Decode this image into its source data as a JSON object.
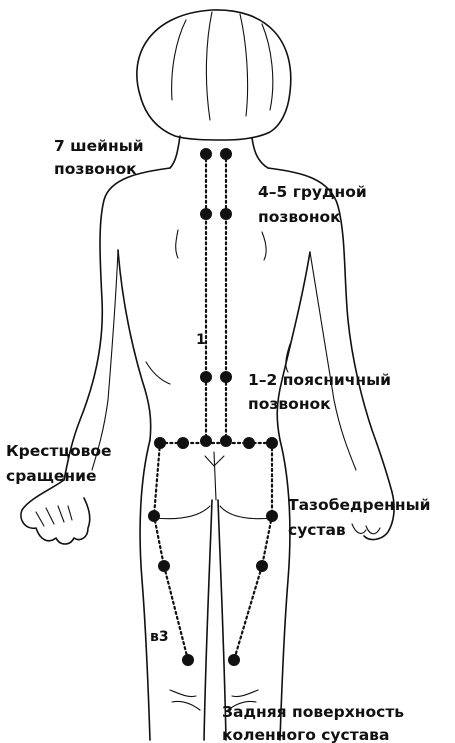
{
  "labels": {
    "cervical": [
      "7 шейный",
      "позвонок"
    ],
    "thoracic": [
      "4–5 грудной",
      "позвонок"
    ],
    "lumbar": [
      "1–2 поясничный",
      "позвонок"
    ],
    "sacral": [
      "Крестцовое",
      "сращение"
    ],
    "hip": [
      "Тазобедренный",
      "сустав"
    ],
    "knee": [
      "Задняя поверхность",
      "коленного сустава"
    ],
    "marker_1": "1",
    "marker_v3": "в3"
  }
}
